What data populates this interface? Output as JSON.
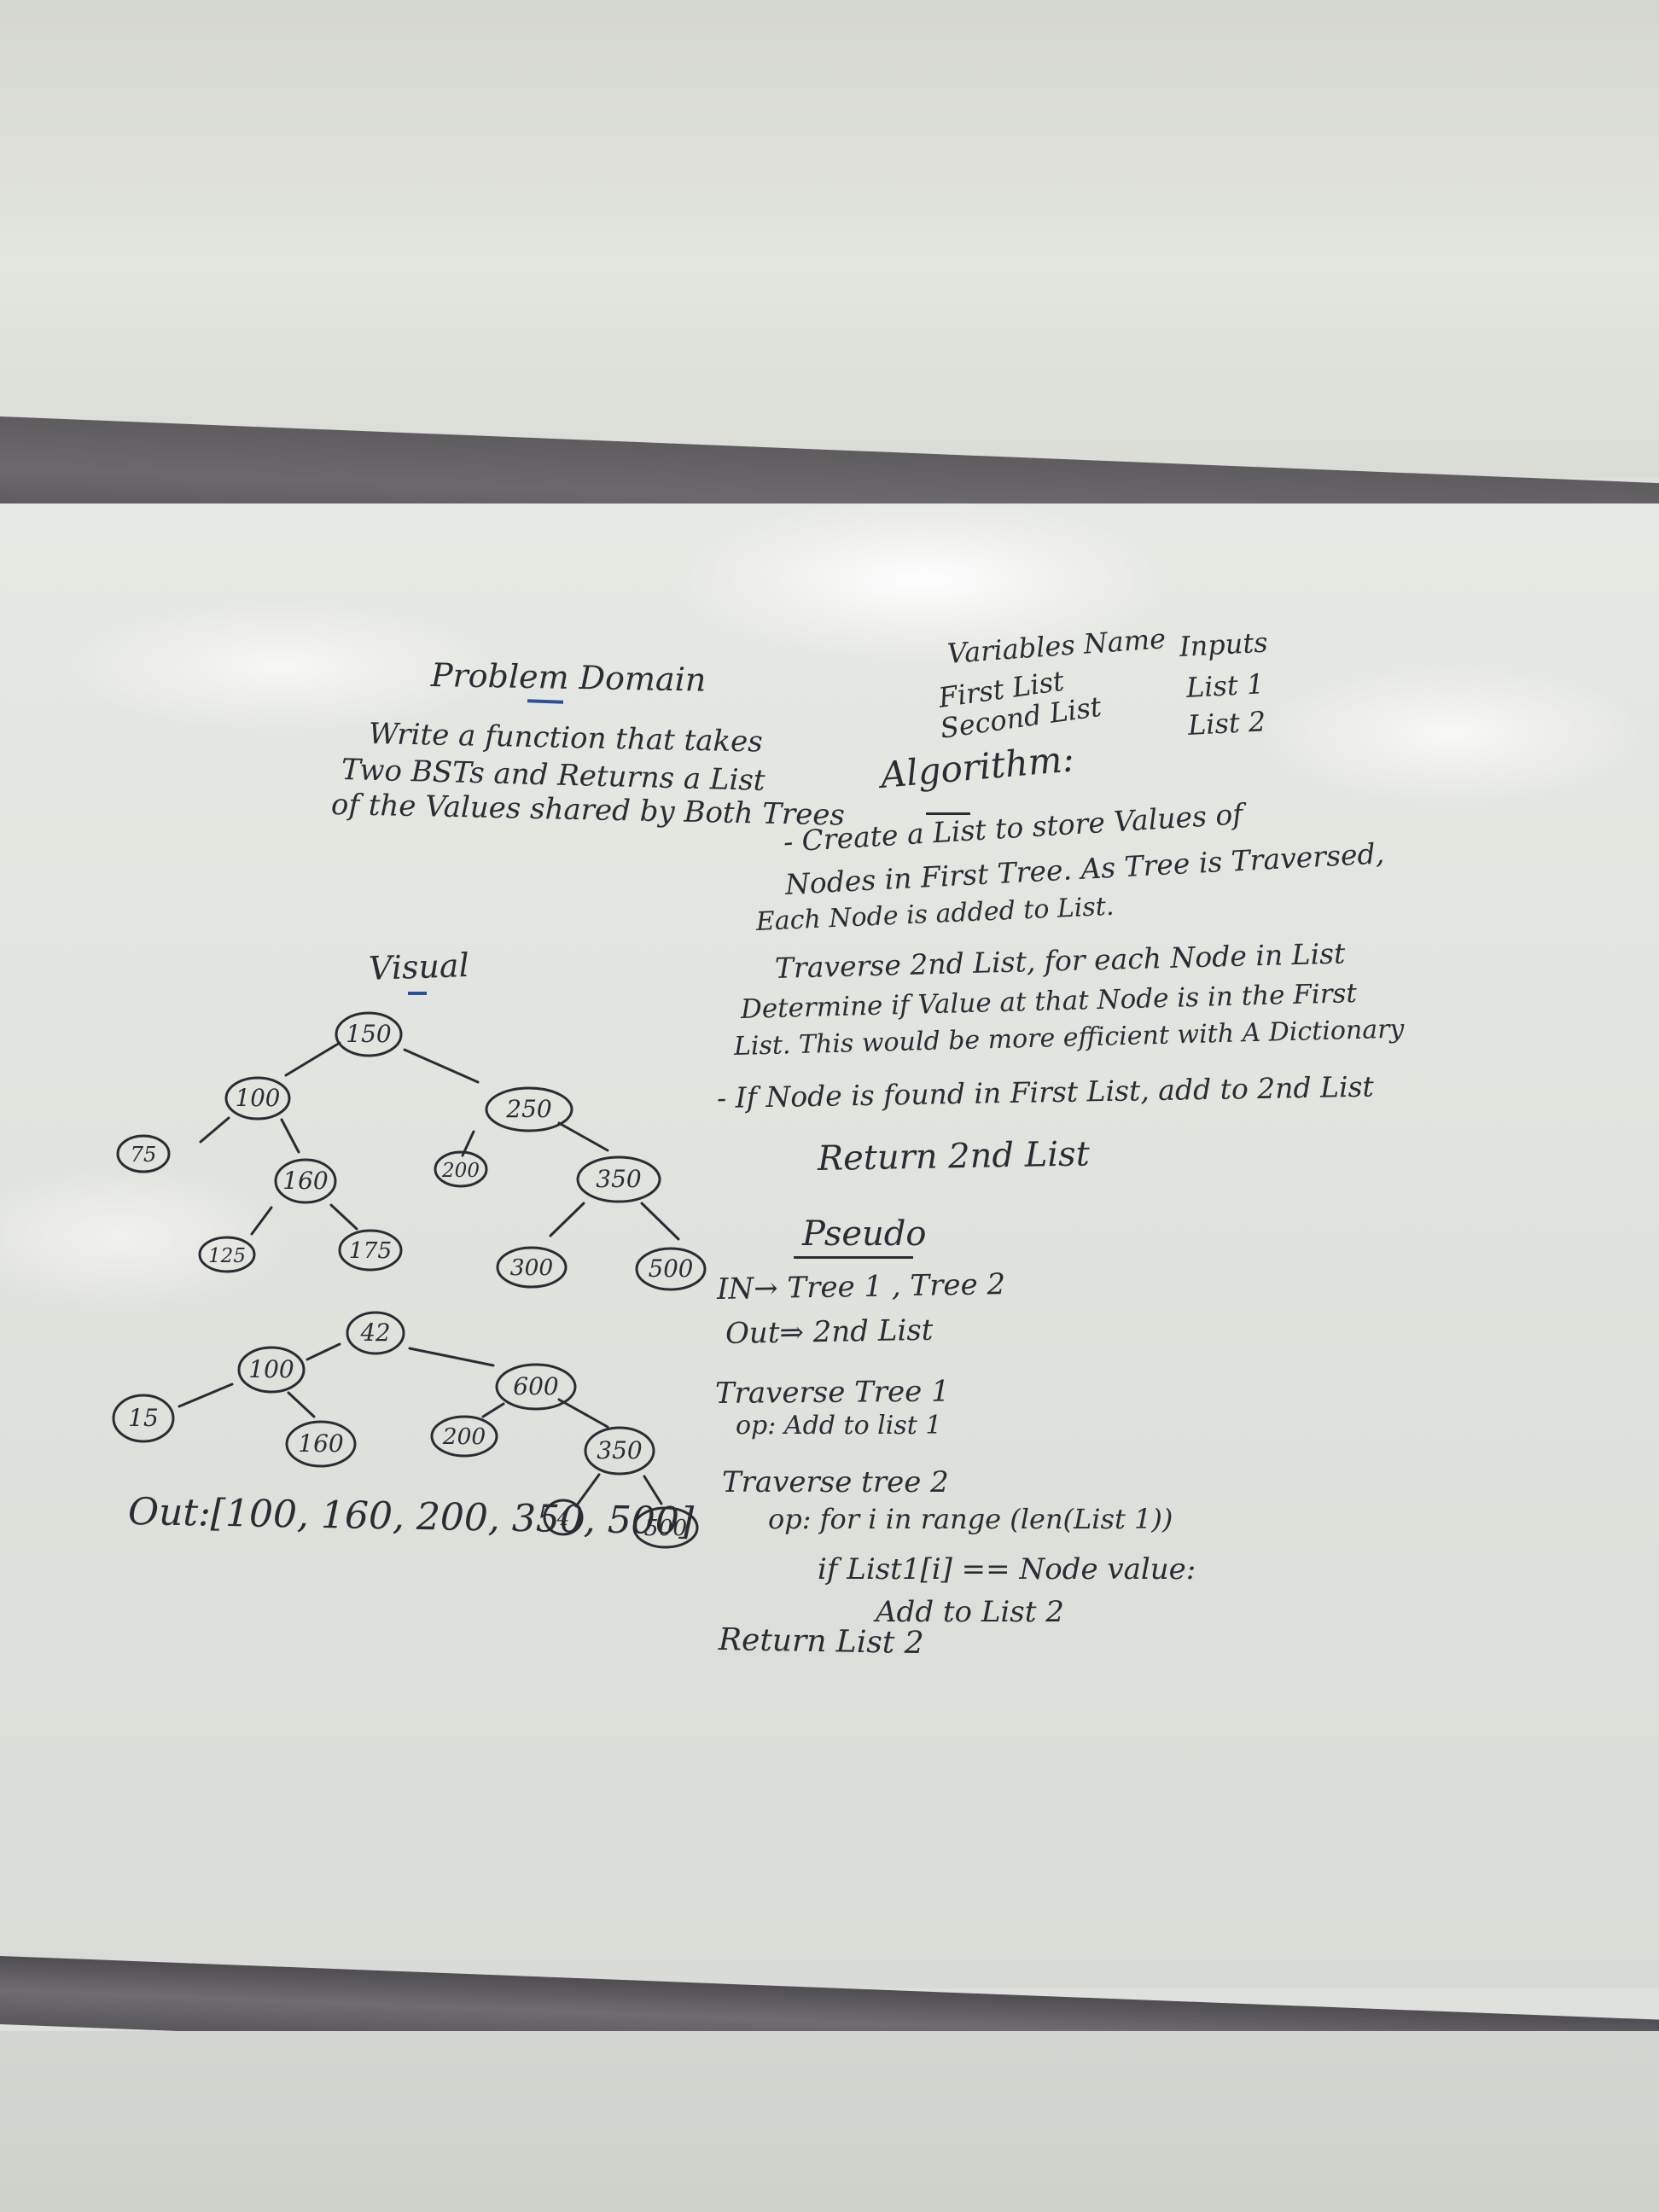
{
  "problem_domain": {
    "title": "Problem Domain",
    "lines": [
      "Write a function that takes",
      "Two BSTs and Returns a List",
      "of the Values shared by Both Trees"
    ]
  },
  "variables": {
    "header": "Variables Name",
    "items": [
      "First List",
      "Second List"
    ]
  },
  "inputs": {
    "header": "Inputs",
    "items": [
      "List 1",
      "List 2"
    ]
  },
  "algorithm": {
    "title": "Algorithm:",
    "lines": [
      "- Create a List to store Values of",
      "Nodes in First Tree. As Tree is Traversed,",
      "Each Node is added to List.",
      "Traverse 2nd List, for each Node in List",
      "Determine if Value at that Node is in the First",
      "List. This would be more efficient with A Dictionary",
      "- If Node is found in First List, add to 2nd List",
      "Return 2nd List"
    ]
  },
  "visual": {
    "title": "Visual",
    "tree1": [
      "150",
      "100",
      "250",
      "75",
      "160",
      "200",
      "350",
      "125",
      "175",
      "300",
      "500"
    ],
    "tree2": [
      "42",
      "100",
      "600",
      "15",
      "160",
      "200",
      "350",
      "4",
      "500"
    ],
    "output": "Out:[100, 160, 200, 350, 500]"
  },
  "pseudo": {
    "title": "Pseudo",
    "lines": [
      "IN→ Tree 1 , Tree 2",
      "Out⇒ 2nd List",
      "Traverse Tree 1",
      "op: Add to list 1",
      "Traverse tree 2",
      "op: for i in range (len(List 1))",
      "if List1[i] == Node value:",
      "Add to List 2",
      "Return List 2"
    ]
  }
}
